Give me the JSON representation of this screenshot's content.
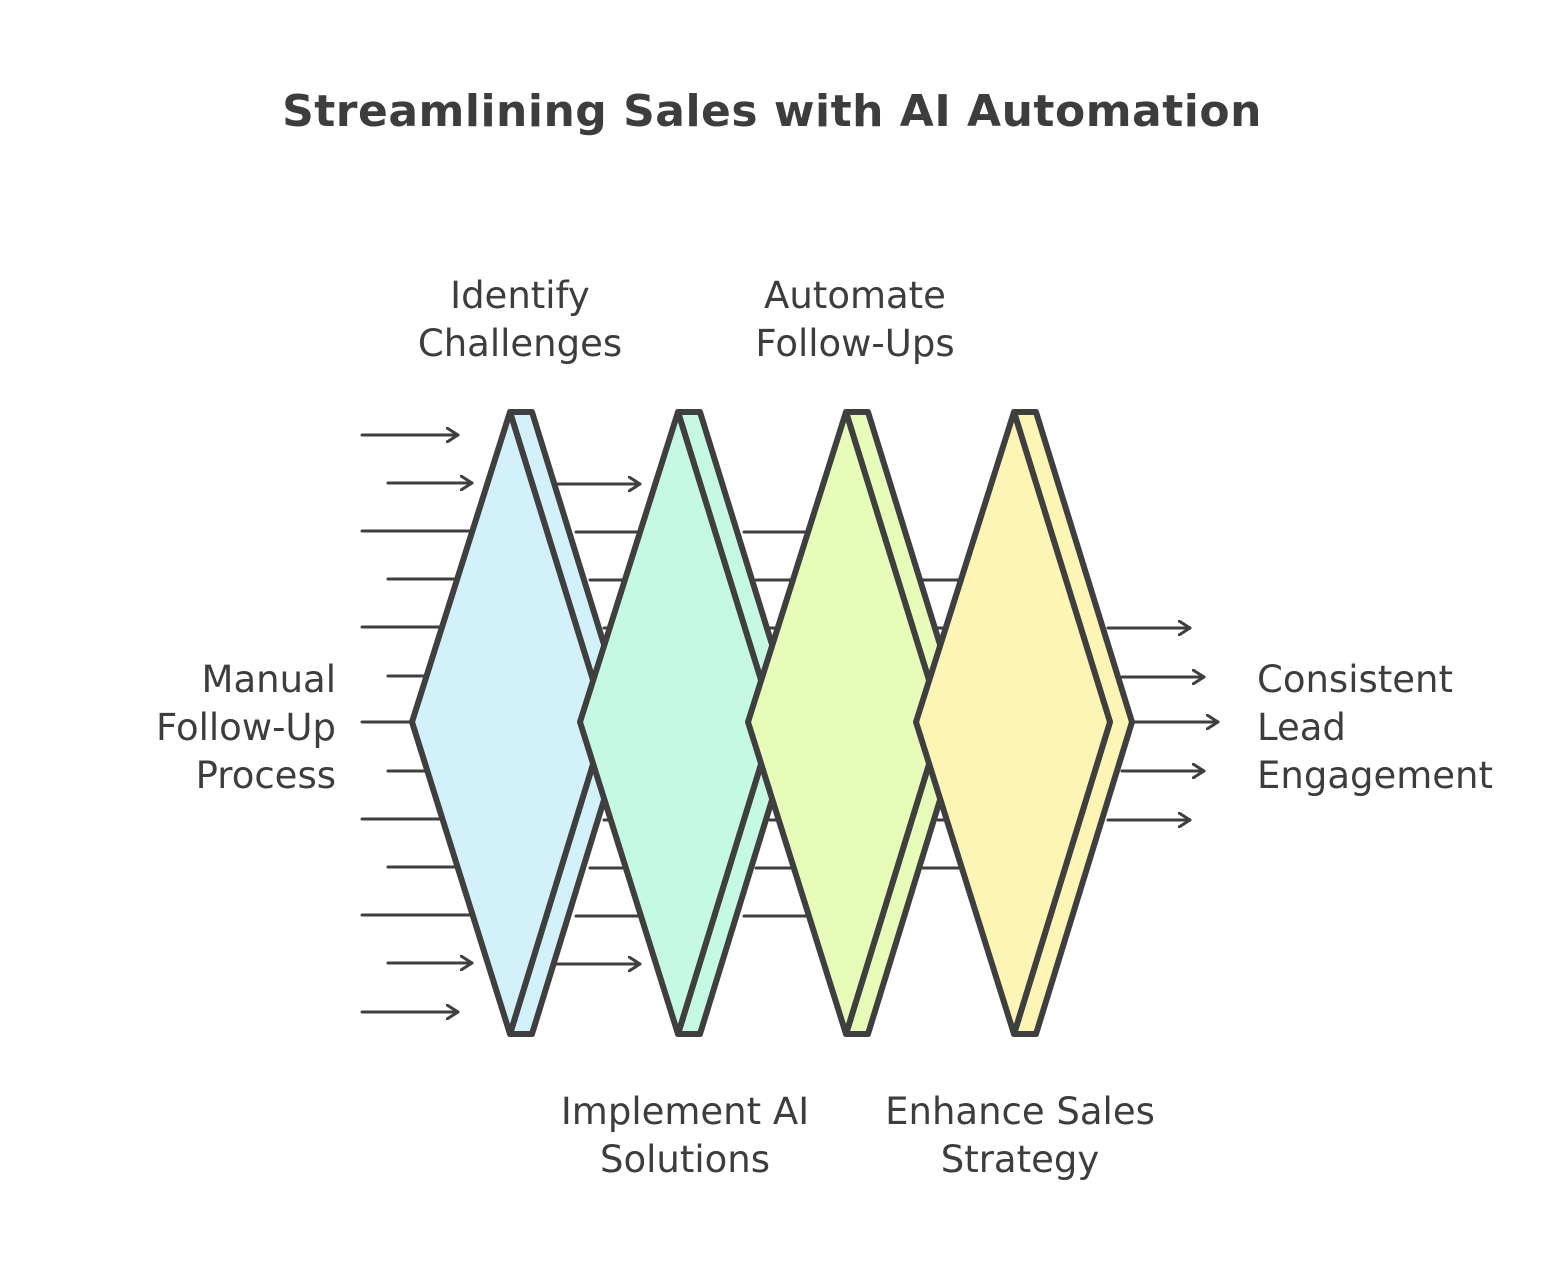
{
  "title": "Streamlining Sales with AI Automation",
  "input_label": "Manual\nFollow-Up\nProcess",
  "output_label": "Consistent\nLead\nEngagement",
  "stages": [
    {
      "label": "Identify\nChallenges",
      "color": "#d3f1fb"
    },
    {
      "label": "Implement AI\nSolutions",
      "color": "#c6f9e4"
    },
    {
      "label": "Automate\nFollow-Ups",
      "color": "#e6fcb8"
    },
    {
      "label": "Enhance Sales\nStrategy",
      "color": "#fdf5b5"
    }
  ],
  "colors": {
    "stroke": "#3f3f3f",
    "text": "#3d3d3d"
  }
}
